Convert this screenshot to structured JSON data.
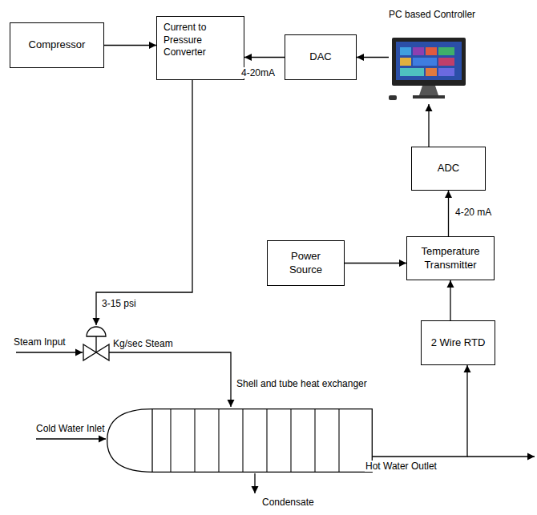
{
  "diagram": {
    "nodes": [
      {
        "text": [
          "Compressor"
        ]
      },
      {
        "text": [
          "Current to Pressure Converter"
        ]
      },
      {
        "text": [
          "DAC"
        ]
      },
      {
        "text": [
          "PC based Controller"
        ]
      },
      {
        "text": [
          "ADC"
        ]
      },
      {
        "text": [
          "Power Source"
        ]
      },
      {
        "text": [
          "Temperature Transmitter"
        ]
      },
      {
        "text": [
          "2 Wire RTD"
        ]
      },
      {
        "text": [
          "Shell and tube heat exchanger"
        ]
      }
    ],
    "edges": [
      {
        "from": 0,
        "to": 1,
        "arrow": "to"
      },
      {
        "from": 2,
        "to": 1,
        "label": "4-20mA",
        "arrow": "to"
      },
      {
        "from": 3,
        "to": 2,
        "arrow": "to"
      },
      {
        "from": 4,
        "to": 3,
        "arrow": "to"
      },
      {
        "from": 6,
        "to": 4,
        "label": "4-20 mA",
        "arrow": "to"
      },
      {
        "from": 5,
        "to": 6,
        "arrow": "to"
      },
      {
        "from": 7,
        "to": 6,
        "arrow": "to"
      },
      {
        "from": 8,
        "to": 7,
        "arrow": "to"
      }
    ],
    "labels": [
      "3-15 psi",
      "Steam Input",
      "Kg/sec Steam",
      "Cold Water Inlet",
      "Hot Water Outlet",
      "Condensate"
    ]
  }
}
